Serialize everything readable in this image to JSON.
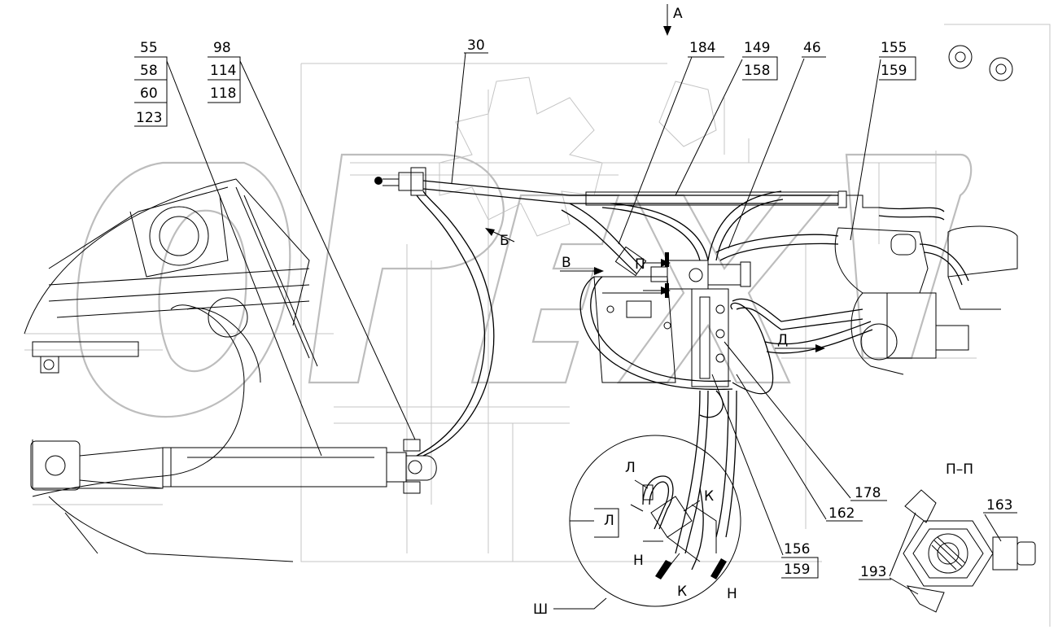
{
  "view_marks": {
    "a": "А",
    "b": "Б",
    "v": "В",
    "d": "Д",
    "p": "П",
    "l": "Л",
    "k": "К",
    "n": "Н",
    "sh": "Ш",
    "section_pp": "П–П"
  },
  "callouts": {
    "c30": "30",
    "c55": "55",
    "c58": "58",
    "c60": "60",
    "c123": "123",
    "c98": "98",
    "c114": "114",
    "c118": "118",
    "c184": "184",
    "c149": "149",
    "c158": "158",
    "c46": "46",
    "c155": "155",
    "c159": "159",
    "c178": "178",
    "c162": "162",
    "c156": "156",
    "c159b": "159",
    "c163": "163",
    "c193": "193"
  },
  "watermark": "OPEX"
}
